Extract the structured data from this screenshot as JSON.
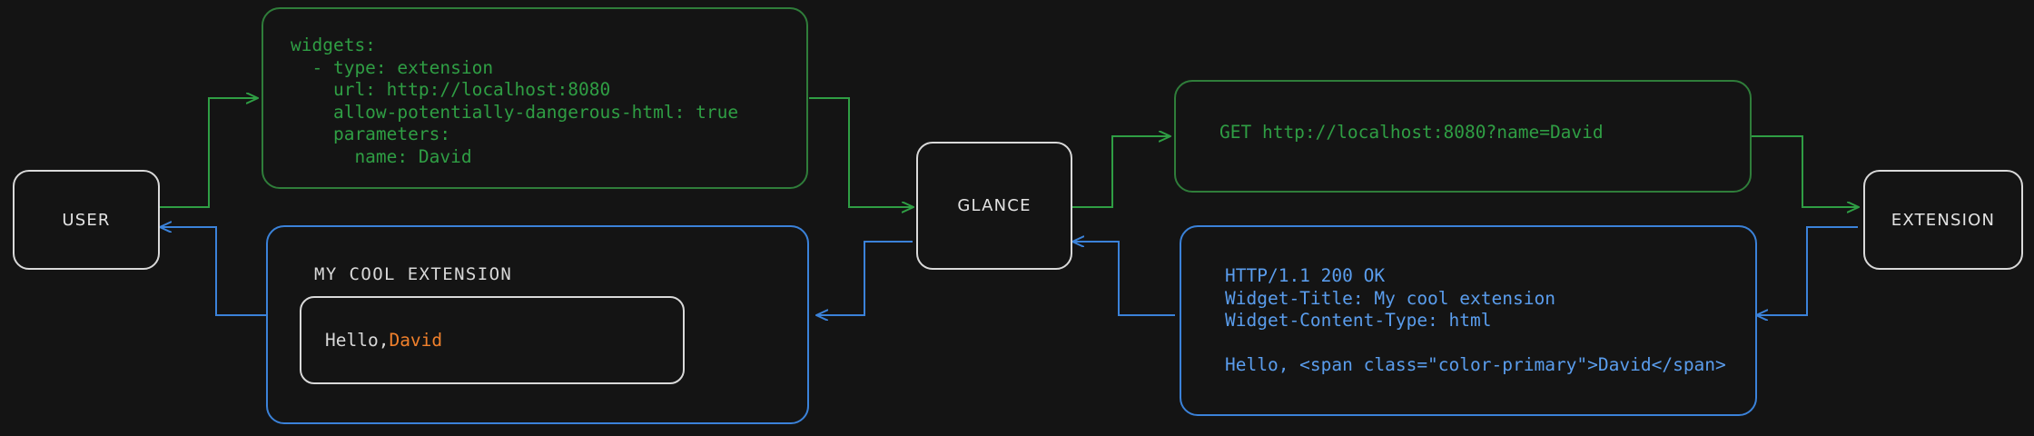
{
  "diagram": {
    "background": "#141414",
    "colors": {
      "request_flow": "#2f9e44",
      "response_flow": "#3b82d9",
      "node_border": "#d9d9d9",
      "accent_name": "#f0802c"
    },
    "nodes": {
      "user": "USER",
      "glance": "GLANCE",
      "extension": "EXTENSION"
    },
    "config_panel": {
      "lines": [
        "widgets:",
        "  - type: extension",
        "    url: http://localhost:8080",
        "    allow-potentially-dangerous-html: true",
        "    parameters:",
        "      name: David"
      ]
    },
    "request_panel": {
      "lines": [
        "GET http://localhost:8080?name=David"
      ]
    },
    "response_panel": {
      "lines": [
        "HTTP/1.1 200 OK",
        "Widget-Title: My cool extension",
        "Widget-Content-Type: html",
        "",
        "Hello, <span class=\"color-primary\">David</span>"
      ]
    },
    "widget_preview": {
      "title": "MY COOL EXTENSION",
      "greeting_prefix": "Hello, ",
      "greeting_name": "David"
    }
  }
}
